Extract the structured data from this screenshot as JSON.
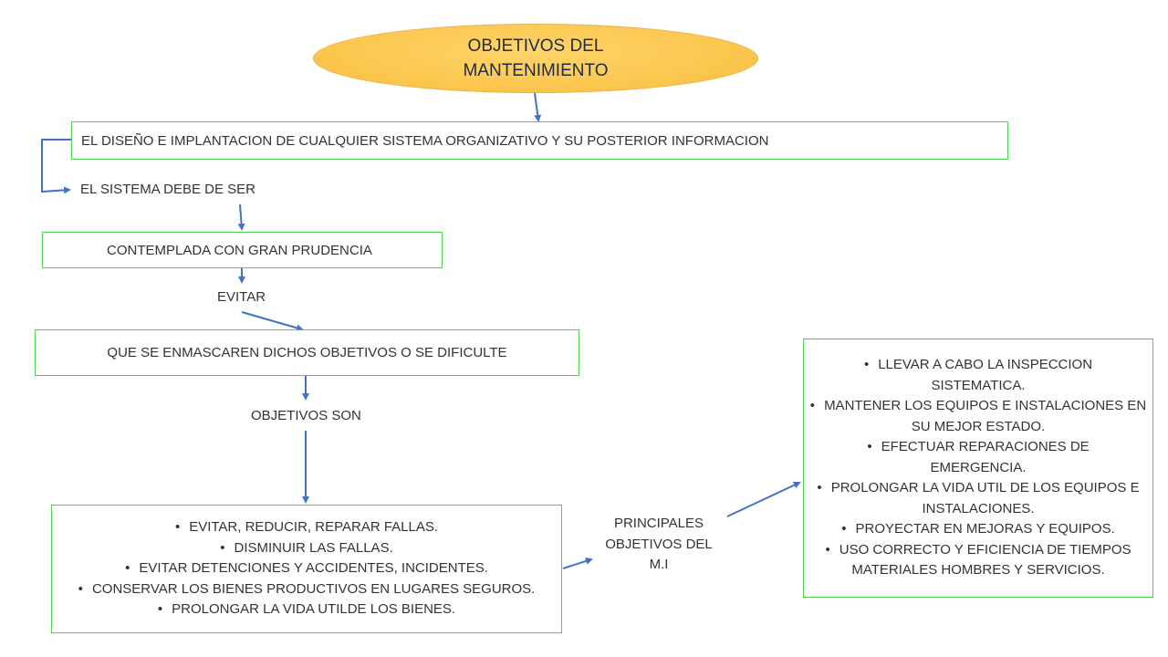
{
  "title": {
    "line1": "OBJETIVOS DEL",
    "line2": "MANTENIMIENTO"
  },
  "box_diseno": "EL DISEÑO E IMPLANTACION DE CUALQUIER SISTEMA ORGANIZATIVO Y SU POSTERIOR INFORMACION",
  "label_sistema": "EL SISTEMA DEBE DE SER",
  "box_contemplada": "CONTEMPLADA CON GRAN PRUDENCIA",
  "label_evitar": "EVITAR",
  "box_enmascaren": "QUE SE ENMASCAREN DICHOS OBJETIVOS O SE DIFICULTE",
  "label_objetivos_son": "OBJETIVOS SON",
  "objetivos_list": [
    "EVITAR, REDUCIR, REPARAR FALLAS.",
    "DISMINUIR LAS FALLAS.",
    "EVITAR DETENCIONES Y ACCIDENTES, INCIDENTES.",
    "CONSERVAR LOS BIENES PRODUCTIVOS EN LUGARES SEGUROS.",
    "PROLONGAR LA VIDA UTILDE LOS BIENES."
  ],
  "label_principales": {
    "line1": "PRINCIPALES",
    "line2": "OBJETIVOS DEL",
    "line3": "M.I"
  },
  "principales_list": [
    "LLEVAR  A CABO LA INSPECCION SISTEMATICA.",
    "MANTENER LOS EQUIPOS E INSTALACIONES EN SU MEJOR ESTADO.",
    "EFECTUAR REPARACIONES DE EMERGENCIA.",
    "PROLONGAR LA VIDA UTIL DE LOS EQUIPOS E INSTALACIONES.",
    "PROYECTAR EN MEJORAS Y EQUIPOS.",
    "USO CORRECTO Y EFICIENCIA DE TIEMPOS MATERIALES HOMBRES Y SERVICIOS."
  ],
  "colors": {
    "box_border": "#4cd24c",
    "arrow": "#4472c4",
    "ellipse_fill": "#fbc54b"
  }
}
